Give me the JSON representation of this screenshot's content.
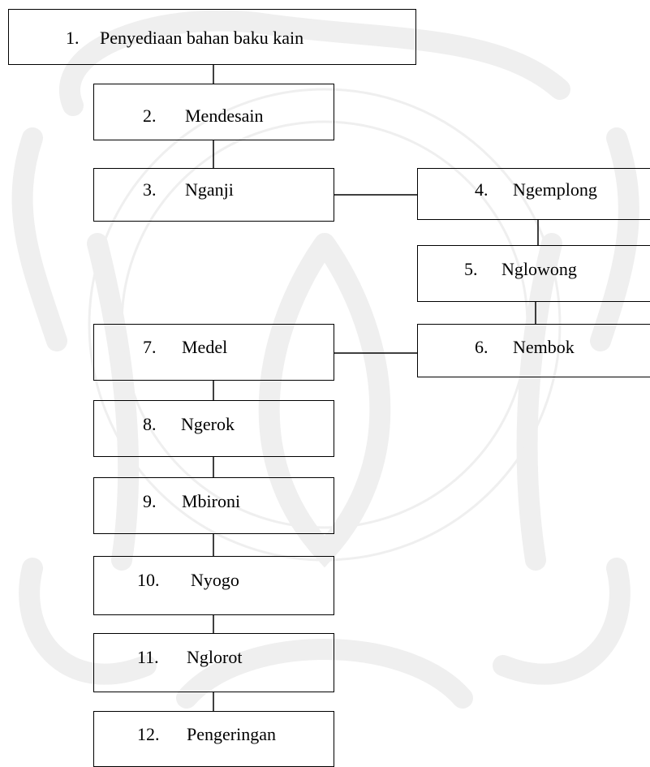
{
  "steps": [
    {
      "num": "1.",
      "label": "Penyediaan bahan baku kain"
    },
    {
      "num": "2.",
      "label": "Mendesain"
    },
    {
      "num": "3.",
      "label": "Nganji"
    },
    {
      "num": "4.",
      "label": "Ngemplong"
    },
    {
      "num": "5.",
      "label": "Nglowong"
    },
    {
      "num": "6.",
      "label": "Nembok"
    },
    {
      "num": "7.",
      "label": "Medel"
    },
    {
      "num": "8.",
      "label": "Ngerok"
    },
    {
      "num": "9.",
      "label": "Mbironi"
    },
    {
      "num": "10.",
      "label": "Nyogo"
    },
    {
      "num": "11.",
      "label": "Nglorot"
    },
    {
      "num": "12.",
      "label": "Pengeringan"
    }
  ],
  "colors": {
    "line": "#000000",
    "watermark": "#efefef"
  }
}
